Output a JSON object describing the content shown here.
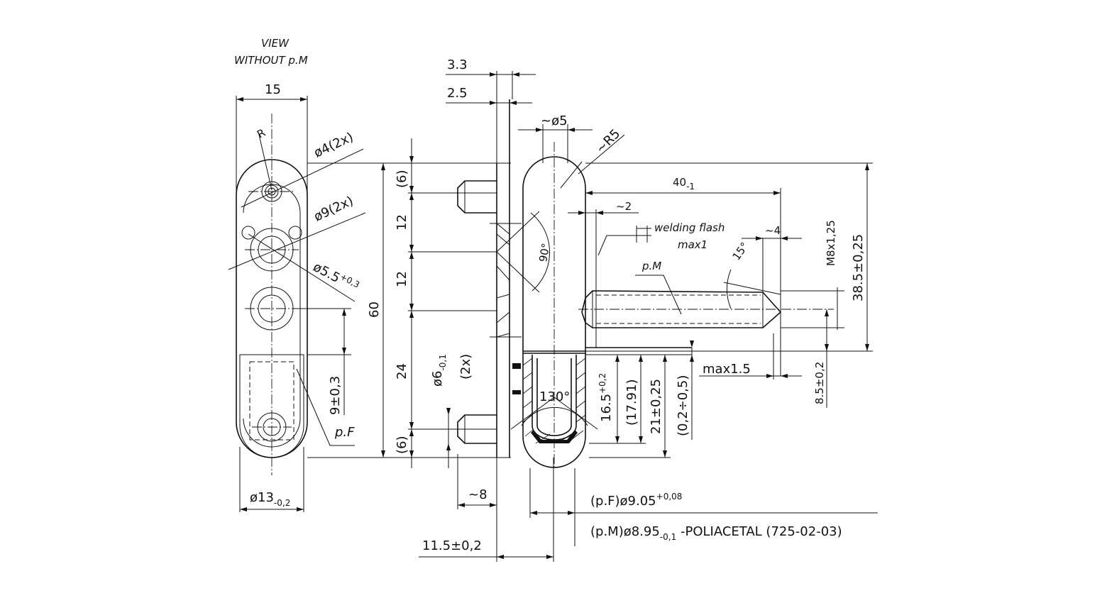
{
  "labels": {
    "view_line1": "VIEW",
    "view_line2": "WITHOUT p.M",
    "dim_15": "15",
    "radius_r": "R",
    "dia4": "ø4(2x)",
    "dia9": "ø9(2x)",
    "dia55": "ø5.5",
    "dia55_tol": "+0,3",
    "dim_9": "9±0,3",
    "pF": "p.F",
    "dia13": "ø13",
    "dia13_tol": "-0,2",
    "dim_60": "60",
    "dim_6_top": "(6)",
    "dim_12_a": "12",
    "dim_12_b": "12",
    "dim_24": "24",
    "dim_6_bottom": "(6)",
    "dia6": "ø6",
    "dia6_tol": "-0,1",
    "dim_2x": "(2x)",
    "dim_8": "~8",
    "dim_115": "11.5±0,2",
    "dim_33": "3.3",
    "dim_25": "2.5",
    "dia5": "~ø5",
    "r5": "~R5",
    "angle_90": "90°",
    "angle_130": "130°",
    "dim_40": "40",
    "dim_40_tol": "-1",
    "dim_2": "~2",
    "welding_flash": "welding flash",
    "max1": "max1",
    "pM": "p.M",
    "angle_15": "15°",
    "dim_4": "~4",
    "thread": "M8x1,25",
    "dim_385": "38.5±0,25",
    "max15": "max1.5",
    "dim_85": "8.5±0,2",
    "dim_165": "16.5",
    "dim_165_tol": "+0,2",
    "dim_1791": "(17.91)",
    "dim_21": "21±0,25",
    "dim_02": "(0,2÷0,5)",
    "pF_dia": "(p.F)ø9.05",
    "pF_dia_tol": "+0,08",
    "pM_dia": "(p.M)ø8.95",
    "pM_dia_tol": "-0,1",
    "pM_material": " -POLIACETAL (725-02-03)"
  }
}
